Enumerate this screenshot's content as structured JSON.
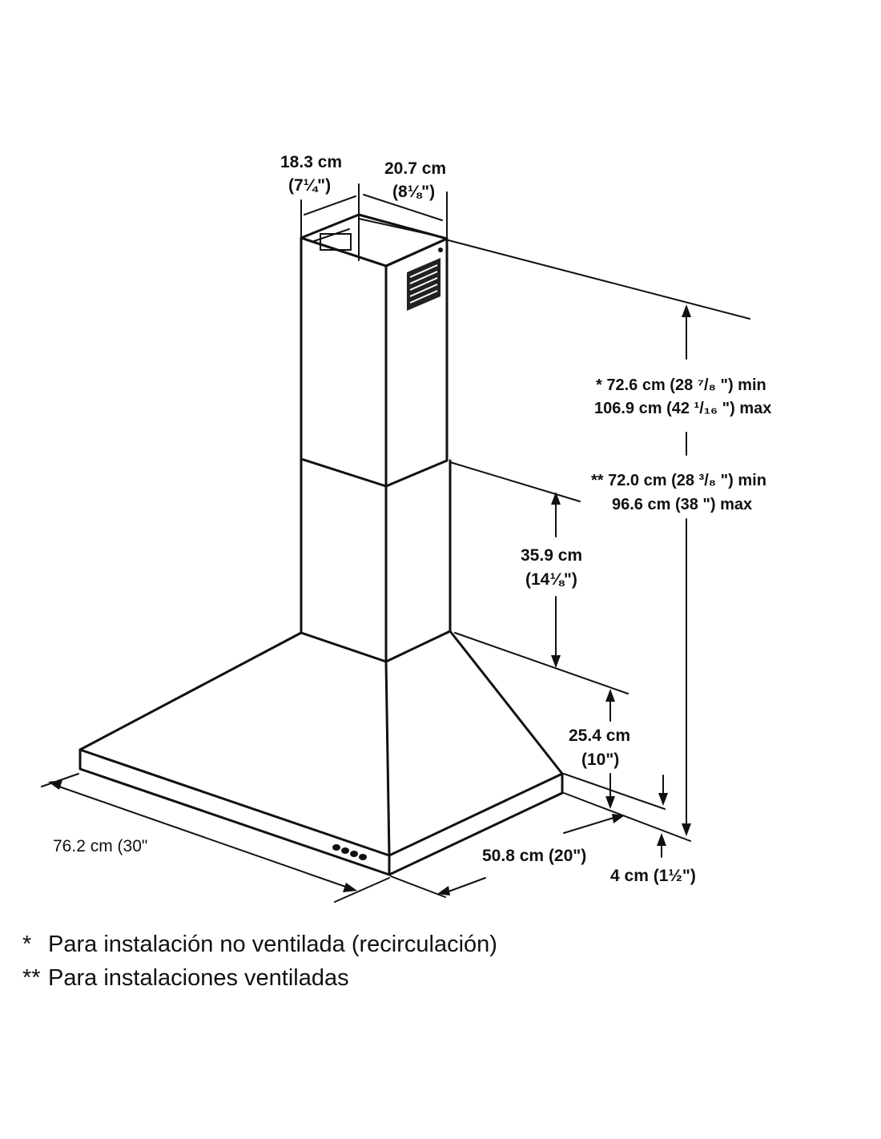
{
  "dimensions": {
    "chimney_width_cm": "18.3 cm",
    "chimney_width_in": "(7¼\")",
    "chimney_depth_cm": "20.7 cm",
    "chimney_depth_in": "(8⅛\")",
    "recirc_height_min": "* 72.6 cm (28 ⁷/₈ \") min",
    "recirc_height_max": "106.9 cm (42 ¹/₁₆ \") max",
    "vent_height_min": "** 72.0 cm (28 ³/₈ \") min",
    "vent_height_max": "96.6 cm (38 \") max",
    "lower_chimney_cm": "35.9  cm",
    "lower_chimney_in": "(14⅛\")",
    "canopy_height_cm": "25.4  cm",
    "canopy_height_in": "(10\")",
    "hood_width": "76.2 cm (30\"",
    "hood_depth": "50.8  cm (20\")",
    "edge_height": "4  cm (1½\")"
  },
  "notes": [
    {
      "mark": "*",
      "text": "Para instalación no ventilada (recirculación)"
    },
    {
      "mark": "**",
      "text": "Para instalaciones ventiladas"
    }
  ]
}
